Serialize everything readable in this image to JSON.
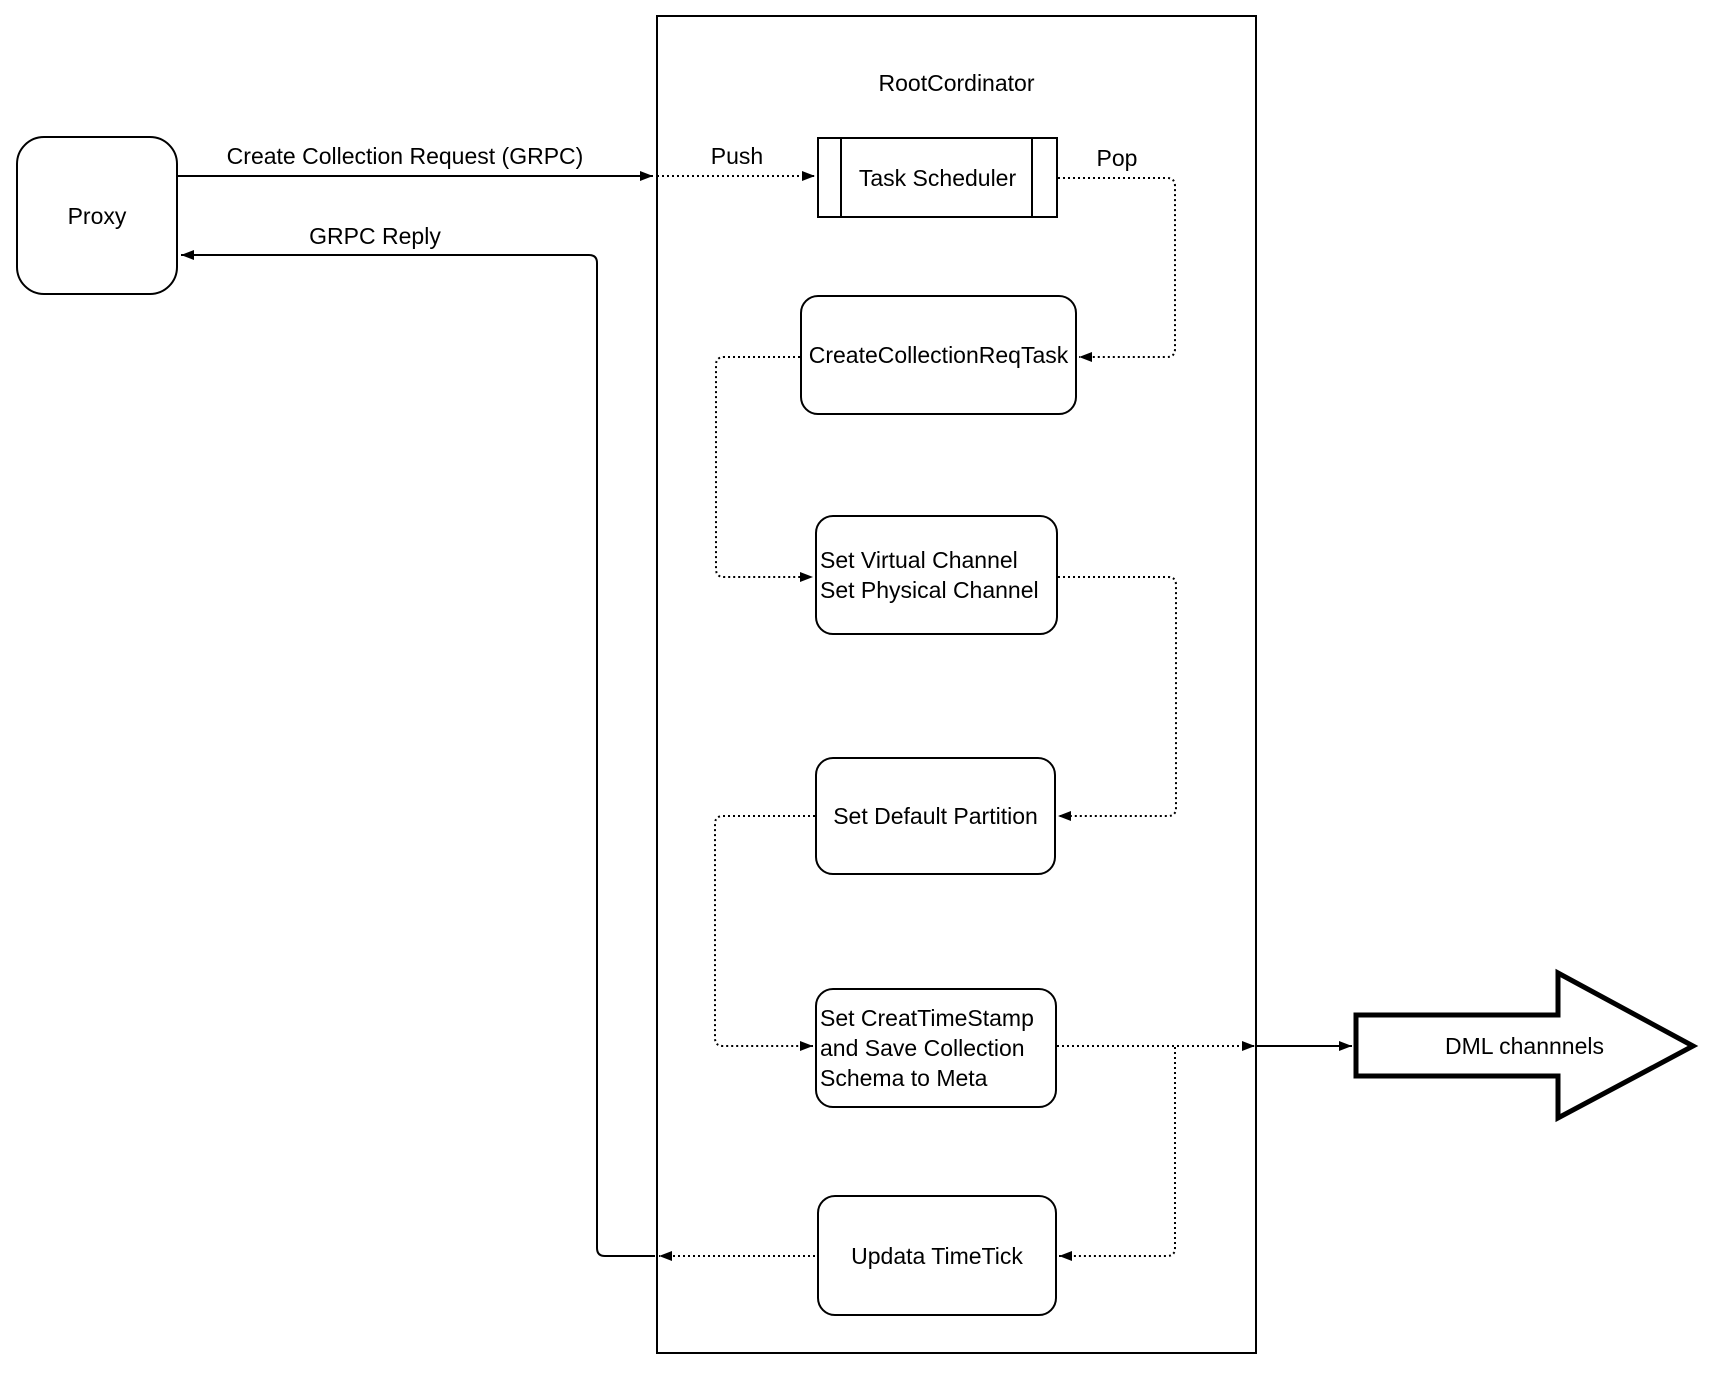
{
  "diagram": {
    "container_title": "RootCordinator",
    "nodes": {
      "proxy": {
        "label": "Proxy"
      },
      "task_scheduler": {
        "label": "Task Scheduler"
      },
      "create_collection_req_task": {
        "label": "CreateCollectionReqTask"
      },
      "set_channels": {
        "lines": [
          "Set Virtual Channel",
          "Set Physical Channel"
        ]
      },
      "set_default_partition": {
        "label": "Set Default Partition"
      },
      "set_creat_timestamp": {
        "lines": [
          "Set CreatTimeStamp",
          "and Save Collection",
          "Schema to Meta"
        ]
      },
      "updata_timetick": {
        "label": "Updata TimeTick"
      },
      "dml_channels": {
        "label": "DML channnels"
      }
    },
    "edge_labels": {
      "create_collection_request": "Create Collection Request (GRPC)",
      "push": "Push",
      "pop": "Pop",
      "grpc_reply": "GRPC Reply"
    },
    "colors": {
      "stroke": "#000000",
      "background": "#ffffff"
    }
  }
}
